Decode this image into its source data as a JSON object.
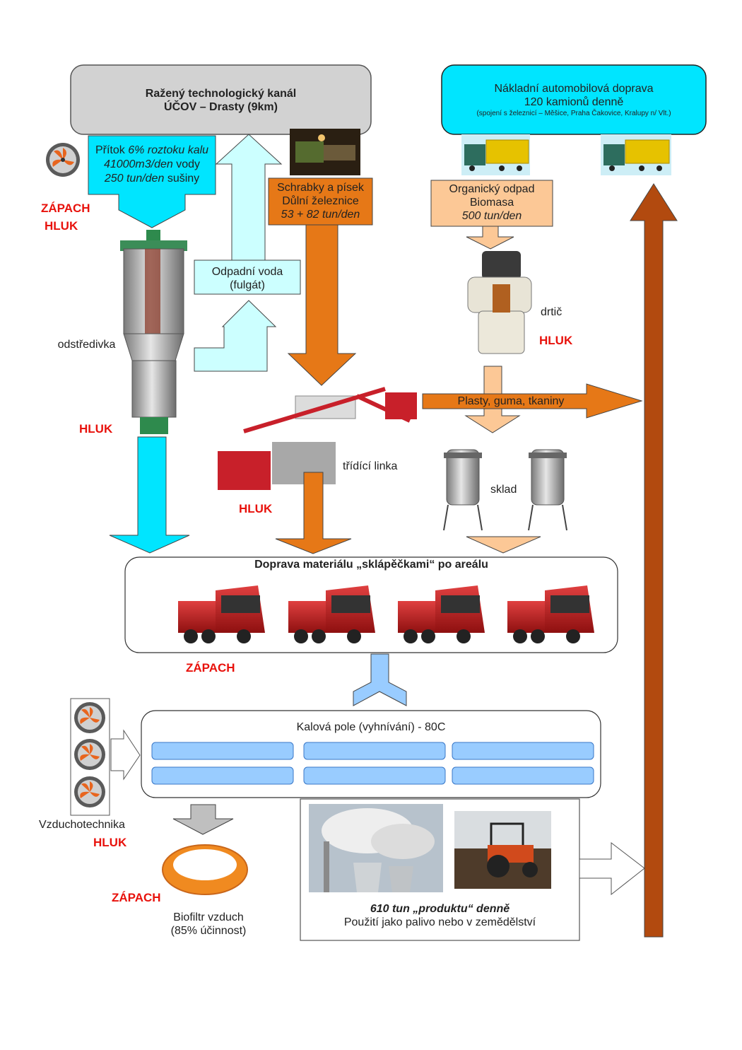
{
  "canal": {
    "line1": "Ražený technologický kanál",
    "line2": "ÚČOV – Drasty (9km)"
  },
  "trucking": {
    "line1": "Nákladní automobilová doprava",
    "line2": "120 kamionů denně",
    "line3": "(spojení s železnicí – Měšice, Praha Čakovice, Kralupy n/ Vlt.)"
  },
  "inflow": {
    "label": "Přítok",
    "pct": "6% roztoku kalu",
    "water_val": "41000m3/den",
    "water_unit": "vody",
    "solids_val": "250 tun/den",
    "solids_unit": "sušiny"
  },
  "waste_water": {
    "line1": "Odpadní voda",
    "line2": "(fulgát)"
  },
  "scrapings": {
    "line1": "Schrabky a písek",
    "line2": "Důlní železnice",
    "line3": "53 + 82 tun/den"
  },
  "organic": {
    "line1": "Organický odpad",
    "line2": "Biomasa",
    "line3": "500 tun/den"
  },
  "labels": {
    "centrifuge": "odstředivka",
    "crusher": "drtič",
    "plastics": "Plasty, guma, tkaniny",
    "sorting": "třídící linka",
    "storage": "sklad",
    "air_tech": "Vzduchotechnika",
    "biofilter_line1": "Biofiltr vzduch",
    "biofilter_line2": "(85% účinnost)"
  },
  "hazards": {
    "smell": "ZÁPACH",
    "noise": "HLUK"
  },
  "transport": {
    "title": "Doprava materiálu „sklápěčkami“ po areálu"
  },
  "fields": {
    "title": "Kalová pole (vyhnívání) - 80C"
  },
  "product": {
    "line1": "610 tun „produktu“ denně",
    "line2": "Použití jako palivo nebo v zemědělství"
  },
  "colors": {
    "cyan": "#00e5ff",
    "light_cyan": "#ccffff",
    "orange": "#e67817",
    "peach": "#fcc896",
    "rust": "#b24a0f",
    "light_blue": "#99ccff",
    "gray_box": "#d2d2d2",
    "hazard_red": "#e8120c"
  }
}
